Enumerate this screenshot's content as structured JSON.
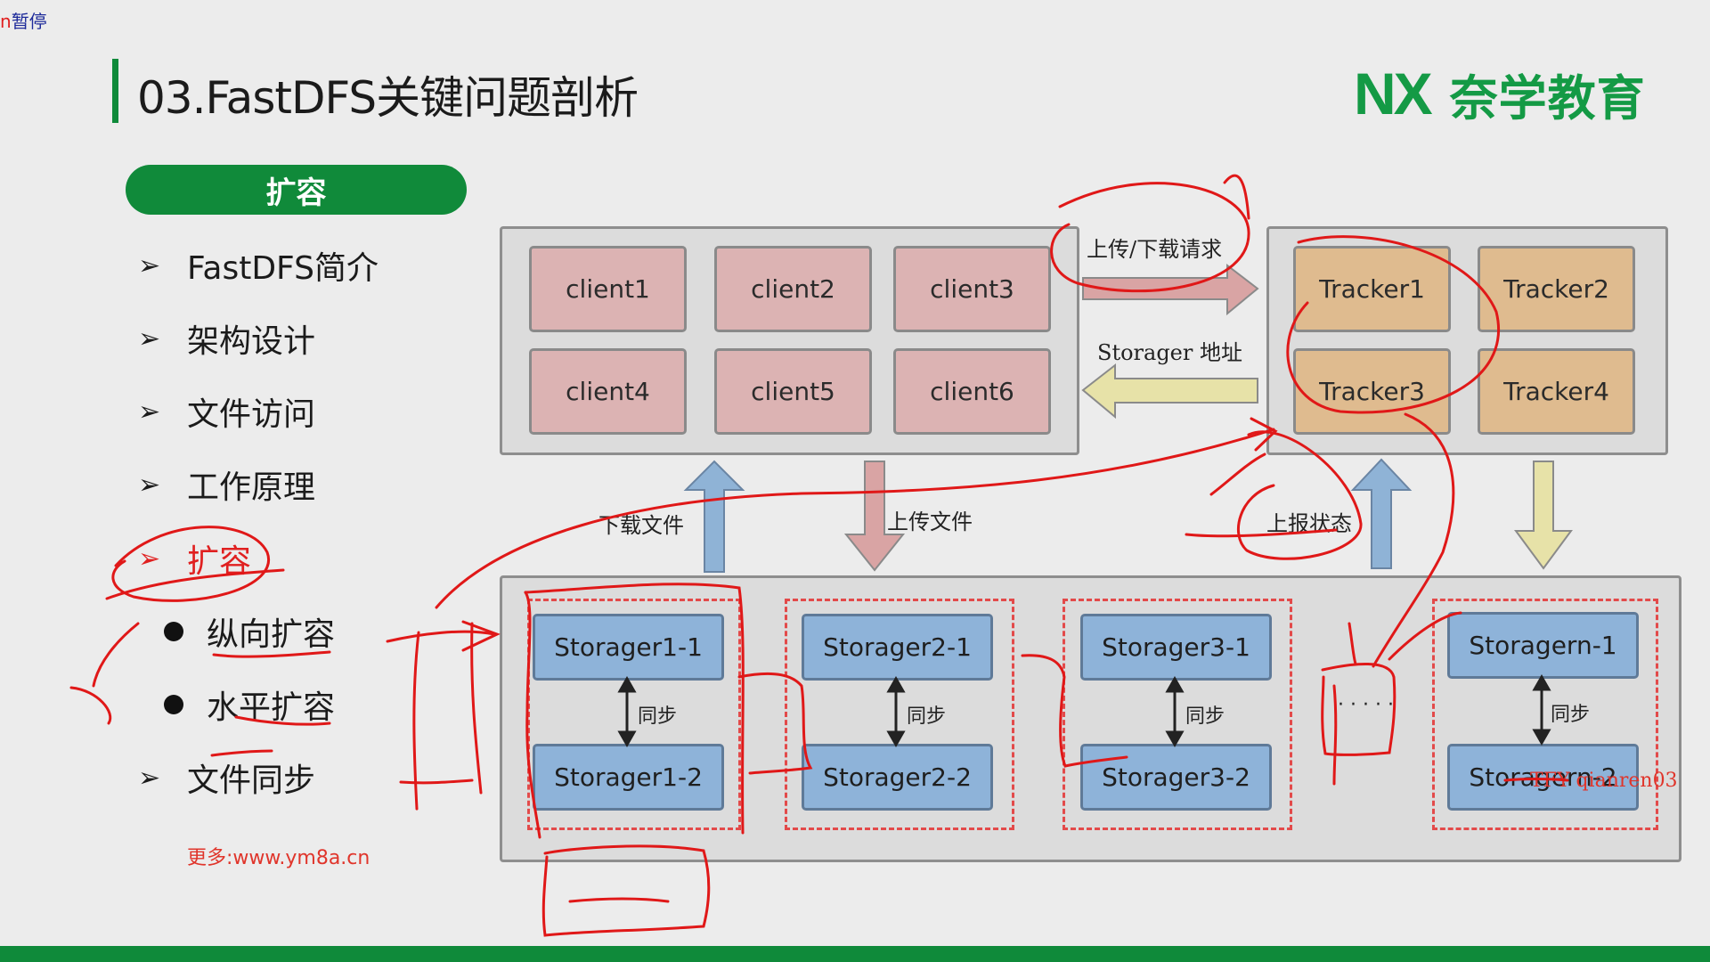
{
  "overlay_status": "暂停",
  "slide": {
    "title": "03.FastDFS关键问题剖析",
    "logo_mark": "NX",
    "logo_text": "奈学教育",
    "section_pill": "扩容",
    "menu": [
      {
        "label": "FastDFS简介"
      },
      {
        "label": "架构设计"
      },
      {
        "label": "文件访问"
      },
      {
        "label": "工作原理"
      },
      {
        "label": "扩容"
      },
      {
        "label": "文件同步"
      }
    ],
    "submenu": [
      {
        "label": "纵向扩容"
      },
      {
        "label": "水平扩容"
      }
    ],
    "footnote": "更多:www.ym8a.cn"
  },
  "diagram": {
    "clients": [
      "client1",
      "client2",
      "client3",
      "client4",
      "client5",
      "client6"
    ],
    "trackers": [
      "Tracker1",
      "Tracker2",
      "Tracker3",
      "Tracker4"
    ],
    "labels": {
      "request": "上传/下载请求",
      "storage_address": "Storager 地址",
      "download": "下载文件",
      "upload": "上传文件",
      "report": "上报状态",
      "sync": "同步",
      "ellipsis": "· · · · ·"
    },
    "storage_groups": [
      {
        "top": "Storager1-1",
        "bottom": "Storager1-2"
      },
      {
        "top": "Storager2-1",
        "bottom": "Storager2-2"
      },
      {
        "top": "Storager3-1",
        "bottom": "Storager3-2"
      },
      {
        "top": "Storagern-1",
        "bottom": "Storagern-2"
      }
    ],
    "watermark": "TFY qianren03"
  },
  "colors": {
    "brand_green": "#108a3a",
    "client_fill": "#dcb3b3",
    "tracker_fill": "#dfbb8f",
    "storage_fill": "#8eb3d9",
    "annotation_red": "#e02020"
  }
}
